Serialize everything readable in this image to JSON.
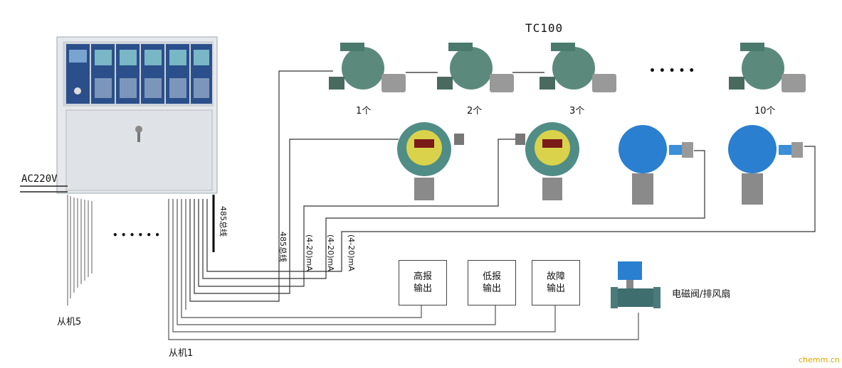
{
  "title": "TC100",
  "power_label": "AC220V",
  "detector_labels": [
    "1个",
    "2个",
    "3个",
    "10个"
  ],
  "ellipsis_top": "• • • • •",
  "ellipsis_bottom": "• • • • • •",
  "bus_label_right": "485总线",
  "bus_label_mid": "485总线",
  "signal_labels": [
    "(4-20)mA",
    "(4-20)mA",
    "(4-20)mA"
  ],
  "outputs": [
    {
      "line1": "高报",
      "line2": "输出"
    },
    {
      "line1": "低报",
      "line2": "输出"
    },
    {
      "line1": "故障",
      "line2": "输出"
    }
  ],
  "valve_label": "电磁阀/排风扇",
  "slave_5": "从机5",
  "slave_1": "从机1",
  "watermark": "chemm.cn",
  "colors": {
    "panel": "#dcdfe3",
    "module": "#2a4f8a",
    "detector_green": "#5b8a7c",
    "detector_blue": "#2a7fd0",
    "wire": "#222222"
  }
}
